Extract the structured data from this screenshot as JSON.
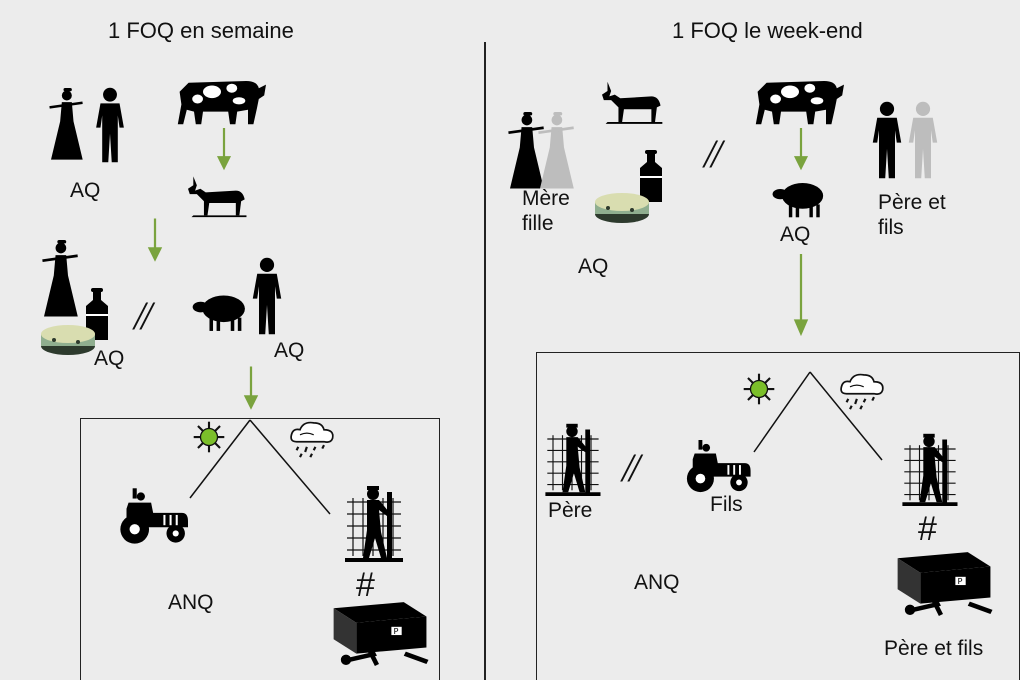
{
  "titles": {
    "weekday": "1 FOQ en semaine",
    "weekend": "1 FOQ le week-end"
  },
  "left": {
    "aq_top": "AQ",
    "aq_woman_cheese": "AQ",
    "aq_man_sheep": "AQ",
    "anq": "ANQ",
    "parallel": "//",
    "not_equal": "#"
  },
  "right": {
    "mother_daughter": "Mère\nfille",
    "aq_mother": "AQ",
    "aq_sheep": "AQ",
    "father_sons_top": "Père et\nfils",
    "parallel_top": "//",
    "father": "Père",
    "sons": "Fils",
    "parallel_bottom": "//",
    "anq": "ANQ",
    "not_equal": "#",
    "father_sons_bottom": "Père et fils"
  },
  "colors": {
    "arrow": "#7aa33e",
    "sun": "#7bbf2a",
    "background": "#ececec",
    "ink": "#111111",
    "faded": "#bdbdbd"
  },
  "icons": [
    "woman-icon",
    "man-icon",
    "cow-icon",
    "goat-icon",
    "sheep-icon",
    "milk-can-icon",
    "cheese-icon",
    "sun-icon",
    "rain-cloud-icon",
    "tractor-icon",
    "fence-worker-icon",
    "toolbox-icon",
    "arrow-down-icon"
  ]
}
